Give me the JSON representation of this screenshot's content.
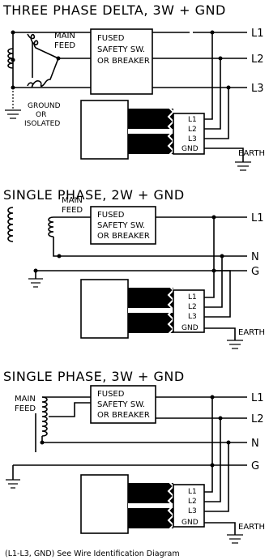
{
  "diagram1": {
    "title": "THREE PHASE DELTA, 3W + GND",
    "main_feed": [
      "MAIN",
      "FEED"
    ],
    "switch_box": [
      "FUSED",
      "SAFETY SW.",
      "OR BREAKER"
    ],
    "ground_label": [
      "GROUND",
      "OR",
      "ISOLATED"
    ],
    "line_labels": [
      "L1",
      "L2",
      "L3"
    ],
    "wire_labels": [
      "L1",
      "L2",
      "L3",
      "GND"
    ],
    "earth_label": "EARTH"
  },
  "diagram2": {
    "title": "SINGLE PHASE, 2W + GND",
    "main_feed": [
      "MAIN",
      "FEED"
    ],
    "switch_box": [
      "FUSED",
      "SAFETY SW.",
      "OR BREAKER"
    ],
    "line_labels": [
      "L1",
      "N",
      "G"
    ],
    "wire_labels": [
      "L1",
      "L2",
      "L3",
      "GND"
    ],
    "earth_label": "EARTH"
  },
  "diagram3": {
    "title": "SINGLE PHASE, 3W + GND",
    "main_feed": [
      "MAIN",
      "FEED"
    ],
    "switch_box": [
      "FUSED",
      "SAFETY SW.",
      "OR BREAKER"
    ],
    "line_labels": [
      "L1",
      "L2",
      "N",
      "G"
    ],
    "wire_labels": [
      "L1",
      "L2",
      "L3",
      "GND"
    ],
    "earth_label": "EARTH"
  },
  "footer": "(L1-L3, GND) See Wire Identification Diagram"
}
